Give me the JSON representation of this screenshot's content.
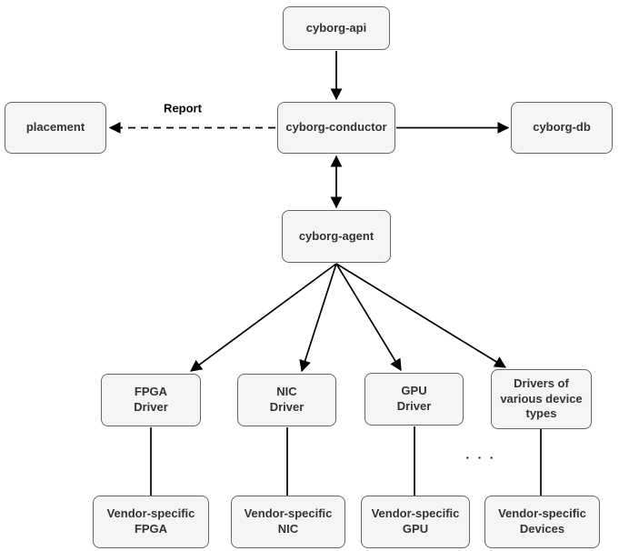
{
  "colors": {
    "background": "#ffffff",
    "box_fill": "#f5f5f5",
    "box_border": "#666666",
    "box_text": "#333333",
    "arrow": "#000000"
  },
  "diagram": {
    "nodes": [
      {
        "id": "cyborg-api",
        "label": "cyborg-api"
      },
      {
        "id": "placement",
        "label": "placement"
      },
      {
        "id": "cyborg-conductor",
        "label": "cyborg-conductor"
      },
      {
        "id": "cyborg-db",
        "label": "cyborg-db"
      },
      {
        "id": "cyborg-agent",
        "label": "cyborg-agent"
      },
      {
        "id": "fpga-driver",
        "label": "FPGA\nDriver"
      },
      {
        "id": "nic-driver",
        "label": "NIC\nDriver"
      },
      {
        "id": "gpu-driver",
        "label": "GPU\nDriver"
      },
      {
        "id": "various-drivers",
        "label": "Drivers of\nvarious device\ntypes"
      },
      {
        "id": "vendor-fpga",
        "label": "Vendor-specific\nFPGA"
      },
      {
        "id": "vendor-nic",
        "label": "Vendor-specific\nNIC"
      },
      {
        "id": "vendor-gpu",
        "label": "Vendor-specific\nGPU"
      },
      {
        "id": "vendor-devices",
        "label": "Vendor-specific\nDevices"
      }
    ],
    "edges": [
      {
        "from": "cyborg-api",
        "to": "cyborg-conductor",
        "style": "solid",
        "arrows": "to",
        "label": ""
      },
      {
        "from": "cyborg-conductor",
        "to": "placement",
        "style": "dashed",
        "arrows": "to",
        "label": "Report"
      },
      {
        "from": "cyborg-conductor",
        "to": "cyborg-db",
        "style": "solid",
        "arrows": "to",
        "label": ""
      },
      {
        "from": "cyborg-conductor",
        "to": "cyborg-agent",
        "style": "solid",
        "arrows": "both",
        "label": ""
      },
      {
        "from": "cyborg-agent",
        "to": "fpga-driver",
        "style": "solid",
        "arrows": "to",
        "label": ""
      },
      {
        "from": "cyborg-agent",
        "to": "nic-driver",
        "style": "solid",
        "arrows": "to",
        "label": ""
      },
      {
        "from": "cyborg-agent",
        "to": "gpu-driver",
        "style": "solid",
        "arrows": "to",
        "label": ""
      },
      {
        "from": "cyborg-agent",
        "to": "various-drivers",
        "style": "solid",
        "arrows": "to",
        "label": ""
      },
      {
        "from": "fpga-driver",
        "to": "vendor-fpga",
        "style": "solid",
        "arrows": "none",
        "label": ""
      },
      {
        "from": "nic-driver",
        "to": "vendor-nic",
        "style": "solid",
        "arrows": "none",
        "label": ""
      },
      {
        "from": "gpu-driver",
        "to": "vendor-gpu",
        "style": "solid",
        "arrows": "none",
        "label": ""
      },
      {
        "from": "various-drivers",
        "to": "vendor-devices",
        "style": "solid",
        "arrows": "none",
        "label": ""
      }
    ],
    "report_label": "Report",
    "ellipsis": ". . ."
  }
}
